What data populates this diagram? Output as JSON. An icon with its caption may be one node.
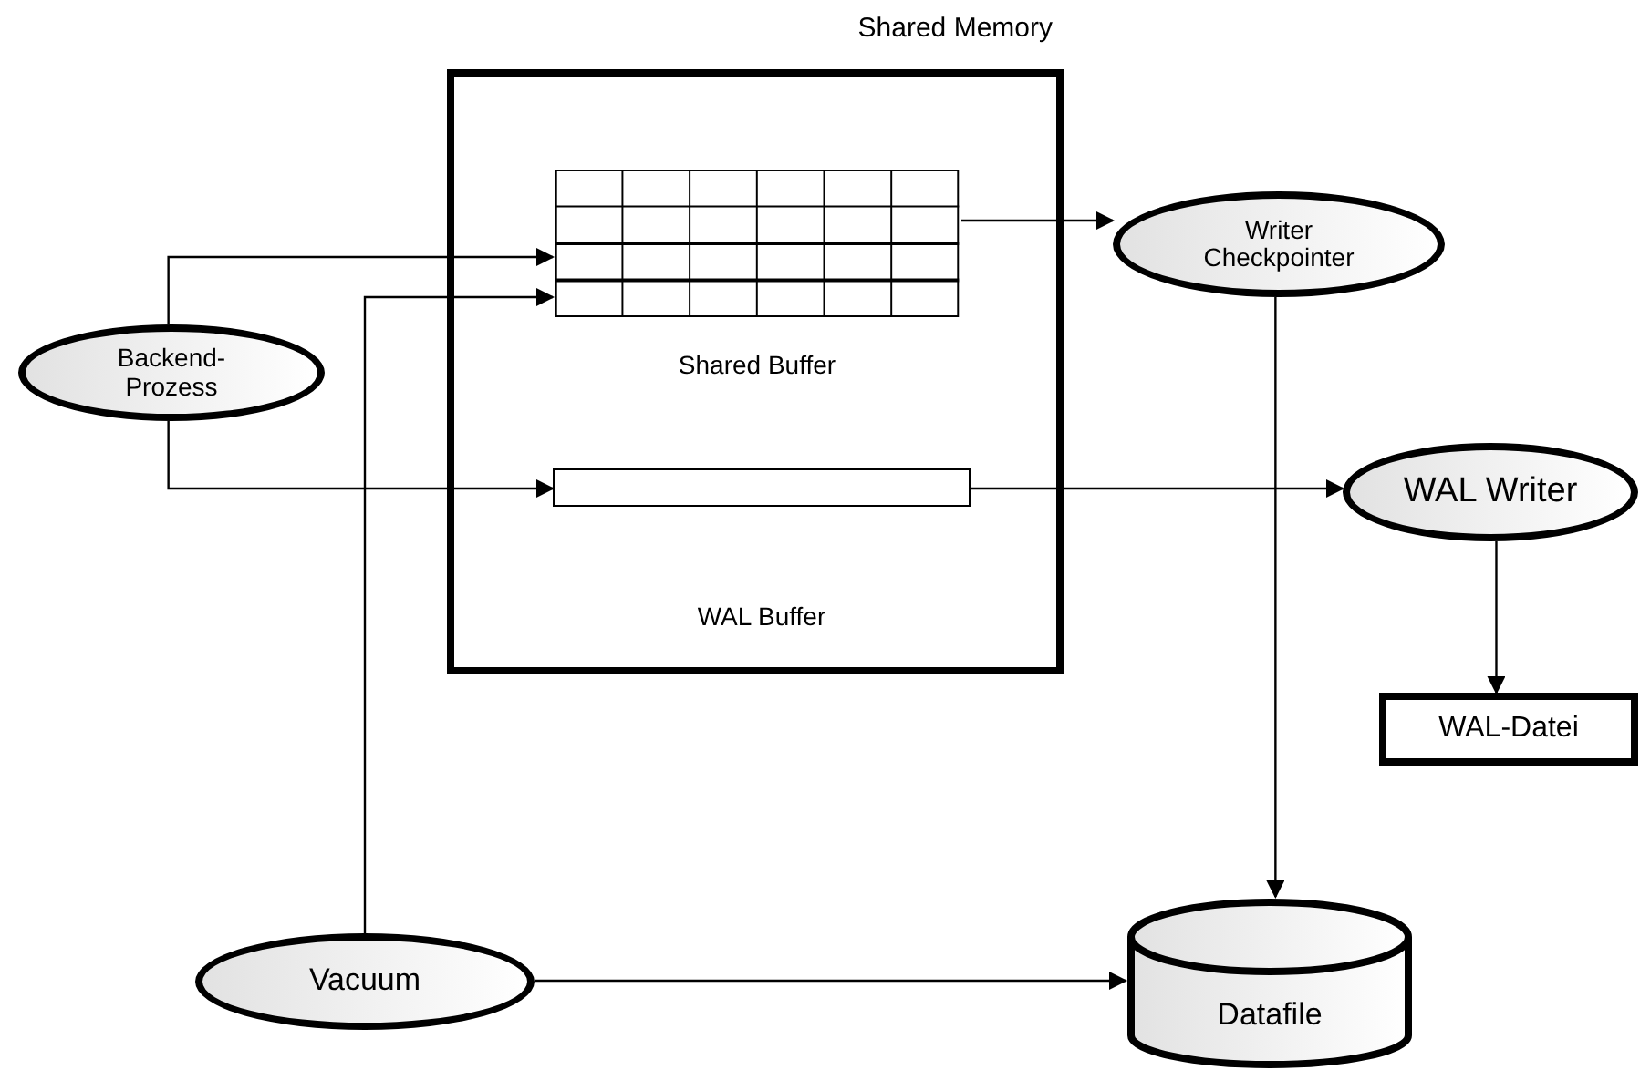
{
  "diagram": {
    "nodes": [
      {
        "text": [
          "Shared Memory"
        ]
      },
      {
        "text": [
          "Shared Buffer"
        ],
        "in": 0
      },
      {
        "text": [
          "WAL Buffer"
        ],
        "in": 0
      },
      {
        "text": [
          "Backend-Prozess"
        ]
      },
      {
        "text": [
          "Writer Checkpointer"
        ]
      },
      {
        "text": [
          "WAL Writer"
        ]
      },
      {
        "text": [
          "WAL-Datei"
        ]
      },
      {
        "text": [
          "Vacuum"
        ]
      },
      {
        "text": [
          "Datafile"
        ]
      }
    ],
    "edges": [
      {
        "from": 3,
        "to": 1,
        "arrow": "to"
      },
      {
        "from": 3,
        "to": 2,
        "arrow": "to"
      },
      {
        "from": 7,
        "to": 1,
        "arrow": "to"
      },
      {
        "from": 1,
        "to": 4,
        "arrow": "to"
      },
      {
        "from": 2,
        "to": 5,
        "arrow": "to"
      },
      {
        "from": 4,
        "to": 8,
        "arrow": "to"
      },
      {
        "from": 5,
        "to": 6,
        "arrow": "to"
      },
      {
        "from": 7,
        "to": 8,
        "arrow": "to"
      }
    ]
  }
}
